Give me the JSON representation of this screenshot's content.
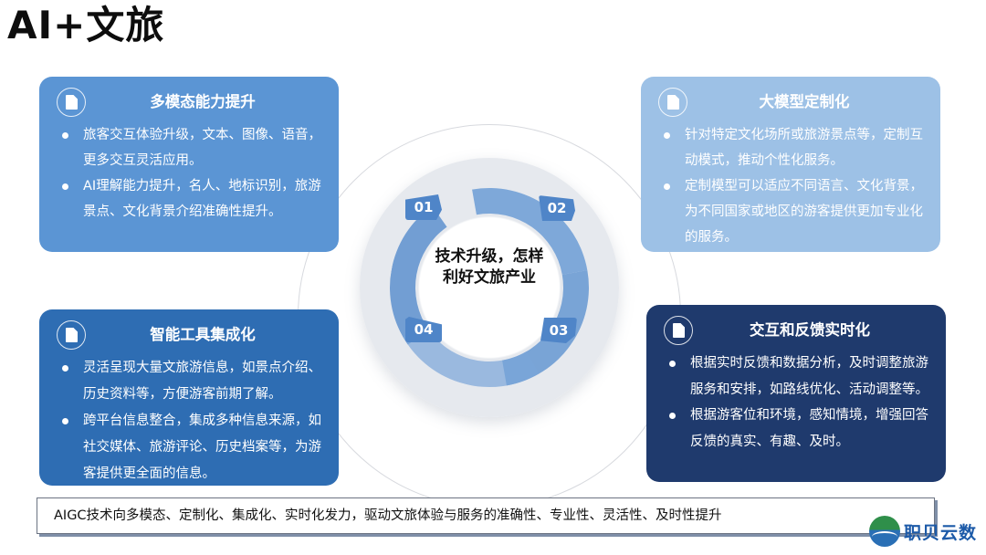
{
  "title": "AI+文旅",
  "center": {
    "line1": "技术升级，怎样",
    "line2": "利好文旅产业",
    "steps": [
      "01",
      "02",
      "03",
      "04"
    ]
  },
  "cards": [
    {
      "icon": "document-icon",
      "title": "多模态能力提升",
      "color": "#5b95d4",
      "bullets": [
        "旅客交互体验升级，文本、图像、语音，更多交互灵活应用。",
        "AI理解能力提升，名人、地标识别，旅游景点、文化背景介绍准确性提升。"
      ]
    },
    {
      "icon": "document-icon",
      "title": "大模型定制化",
      "color": "#9dc1e6",
      "bullets": [
        "针对特定文化场所或旅游景点等，定制互动模式，推动个性化服务。",
        "定制模型可以适应不同语言、文化背景，为不同国家或地区的游客提供更加专业化的服务。"
      ]
    },
    {
      "icon": "document-icon",
      "title": "智能工具集成化",
      "color": "#2e6db3",
      "bullets": [
        "灵活呈现大量文旅游信息，如景点介绍、历史资料等，方便游客前期了解。",
        "跨平台信息整合，集成多种信息来源，如社交媒体、旅游评论、历史档案等，为游客提供更全面的信息。"
      ]
    },
    {
      "icon": "document-icon",
      "title": "交互和反馈实时化",
      "color": "#1f3a6d",
      "bullets": [
        "根据实时反馈和数据分析，及时调整旅游服务和安排，如路线优化、活动调整等。",
        "根据游客位和环境，感知情境，增强回答反馈的真实、有趣、及时。"
      ]
    }
  ],
  "summary": "AIGC技术向多模态、定制化、集成化、实时化发力，驱动文旅体验与服务的准确性、专业性、灵活性、及时性提升",
  "logo": {
    "text": "职贝云数"
  }
}
